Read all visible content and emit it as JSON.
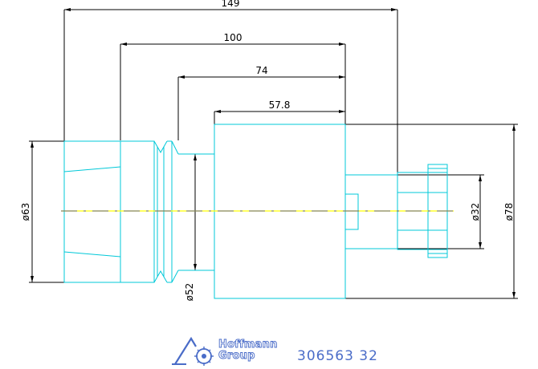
{
  "dimensions": {
    "overall_length": "149",
    "length_2": "100",
    "length_3": "74",
    "length_4": "57.8",
    "dia_left": "ø63",
    "dia_neck": "ø52",
    "dia_shank": "ø32",
    "dia_body": "ø78"
  },
  "footer": {
    "brand_line1": "Hoffmann",
    "brand_line2": "Group",
    "part_number": "306563  32"
  },
  "colors": {
    "outline": "#00c8d8",
    "dimension": "#000000",
    "centerline": "#ffff00",
    "brand": "#4a6cc8"
  }
}
